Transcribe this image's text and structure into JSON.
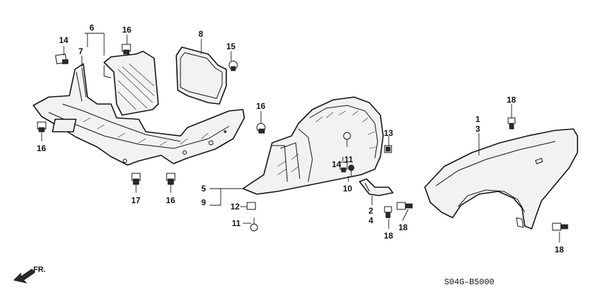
{
  "diagram": {
    "callouts": {
      "c1": "1",
      "c3": "3",
      "c2": "2",
      "c4": "4",
      "c5": "5",
      "c9": "9",
      "c6": "6",
      "c7": "7",
      "c8": "8",
      "c10": "10",
      "c11a": "11",
      "c11b": "11",
      "c12": "12",
      "c13": "13",
      "c14a": "14",
      "c14b": "14",
      "c15": "15",
      "c16a": "16",
      "c16b": "16",
      "c16c": "16",
      "c16d": "16",
      "c17": "17",
      "c18a": "18",
      "c18b": "18",
      "c18c": "18"
    },
    "asterisk": "*",
    "front_arrow_label": "FR.",
    "part_code": "S04G–B5000"
  },
  "icons": {
    "front_arrow": "front-direction-arrow-icon"
  }
}
